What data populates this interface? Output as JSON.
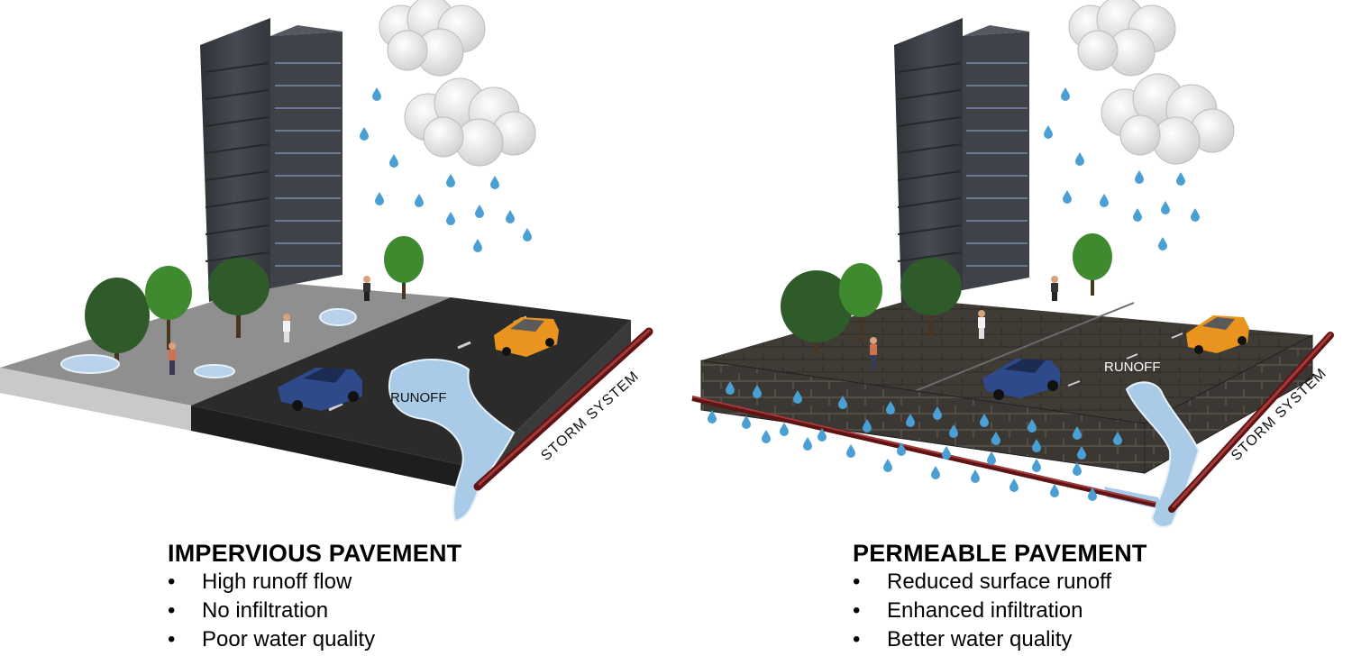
{
  "panels": {
    "impervious": {
      "title": "IMPERVIOUS PAVEMENT",
      "bullets": [
        "High runoff flow",
        "No infiltration",
        "Poor water quality"
      ],
      "runoff_label": "RUNOFF",
      "storm_label": "STORM SYSTEM"
    },
    "permeable": {
      "title": "PERMEABLE PAVEMENT",
      "bullets": [
        "Reduced surface runoff",
        "Enhanced infiltration",
        "Better water quality"
      ],
      "runoff_label": "RUNOFF",
      "storm_label": "STORM SYSTEM"
    }
  },
  "bullet_glyph": "•",
  "colors": {
    "water": "#7fb3d9",
    "drop": "#4a9fd4",
    "asphalt": "#2b2b2b",
    "sidewalk": "#8f8f8f",
    "permeable_surface": "#3d3a35",
    "building": "#3f4249",
    "pipe": "#7a1d1d",
    "car_blue": "#2f4a8a",
    "car_orange": "#e8941f",
    "tree_green": "#3f8a2e",
    "cloud": "#eeeeee"
  }
}
